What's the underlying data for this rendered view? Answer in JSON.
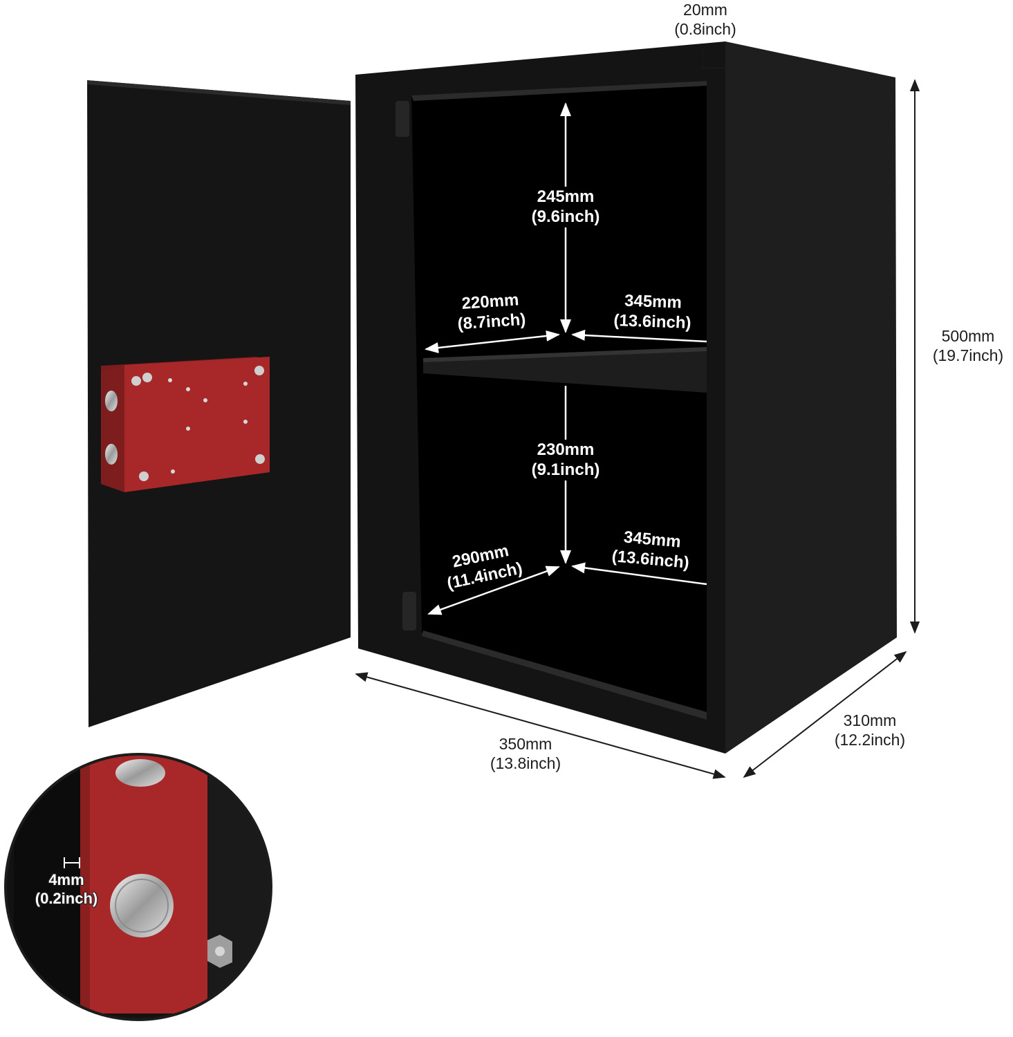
{
  "colors": {
    "background": "#ffffff",
    "safe_body": "#141414",
    "safe_interior": "#000000",
    "lock_box": "#a8282a",
    "arrow_dark": "#1c1c1c",
    "arrow_light": "#ffffff"
  },
  "dimensions": {
    "wall_thickness": {
      "mm": "20mm",
      "inch": "(0.8inch)"
    },
    "height": {
      "mm": "500mm",
      "inch": "(19.7inch)"
    },
    "width": {
      "mm": "350mm",
      "inch": "(13.8inch)"
    },
    "depth": {
      "mm": "310mm",
      "inch": "(12.2inch)"
    },
    "upper_height": {
      "mm": "245mm",
      "inch": "(9.6inch)"
    },
    "upper_depth": {
      "mm": "220mm",
      "inch": "(8.7inch)"
    },
    "upper_width": {
      "mm": "345mm",
      "inch": "(13.6inch)"
    },
    "lower_height": {
      "mm": "230mm",
      "inch": "(9.1inch)"
    },
    "lower_depth": {
      "mm": "290mm",
      "inch": "(11.4inch)"
    },
    "lower_width": {
      "mm": "345mm",
      "inch": "(13.6inch)"
    },
    "bolt_gap": {
      "mm": "4mm",
      "inch": "(0.2inch)"
    }
  },
  "icons": {
    "door": "safe-door-icon",
    "lock": "lock-box-icon",
    "bolt": "locking-bolt-icon"
  }
}
